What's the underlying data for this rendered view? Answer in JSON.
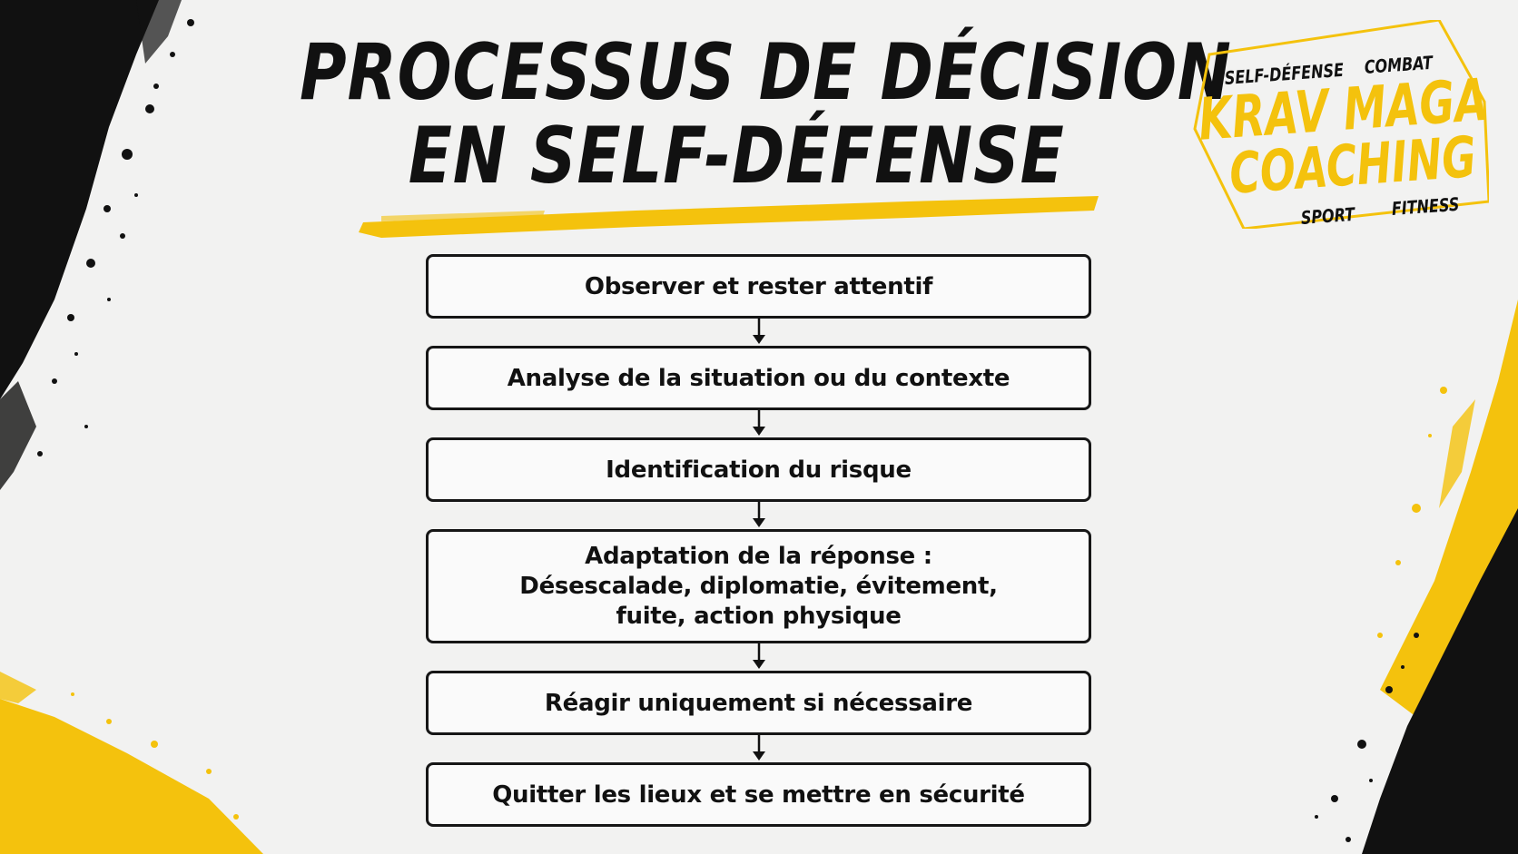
{
  "title": {
    "line1": "PROCESSUS DE DÉCISION",
    "line2": "EN SELF-DÉFENSE"
  },
  "logo": {
    "tag_top_left": "SELF-DÉFENSE",
    "tag_top_right": "COMBAT",
    "main_line1": "KRAV MAGA",
    "main_line2": "COACHING",
    "tag_bottom_left": "SPORT",
    "tag_bottom_right": "FITNESS"
  },
  "steps": [
    {
      "text": "Observer et rester attentif"
    },
    {
      "text": "Analyse de la situation ou du contexte"
    },
    {
      "text": "Identification du risque"
    },
    {
      "lines": [
        "Adaptation de la réponse :",
        "Désescalade, diplomatie, évitement,",
        "fuite, action physique"
      ]
    },
    {
      "text": "Réagir uniquement si nécessaire"
    },
    {
      "text": "Quitter les lieux et se mettre en sécurité"
    }
  ],
  "colors": {
    "accent": "#f4c20d",
    "ink": "#111111",
    "background": "#f2f2f1"
  },
  "icons": {
    "connector": "arrow-down-icon"
  }
}
